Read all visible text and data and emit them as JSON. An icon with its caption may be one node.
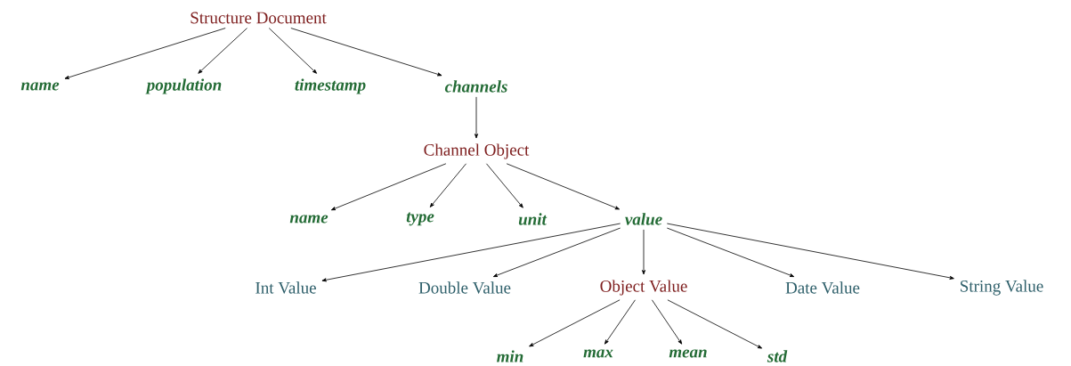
{
  "diagram": {
    "nodes": [
      {
        "text": [
          "Structure Document"
        ]
      },
      {
        "text": [
          "name"
        ]
      },
      {
        "text": [
          "population"
        ]
      },
      {
        "text": [
          "timestamp"
        ]
      },
      {
        "text": [
          "channels"
        ]
      },
      {
        "text": [
          "Channel Object"
        ]
      },
      {
        "text": [
          "name"
        ]
      },
      {
        "text": [
          "type"
        ]
      },
      {
        "text": [
          "unit"
        ]
      },
      {
        "text": [
          "value"
        ]
      },
      {
        "text": [
          "Int Value"
        ]
      },
      {
        "text": [
          "Double Value"
        ]
      },
      {
        "text": [
          "Object Value"
        ]
      },
      {
        "text": [
          "Date Value"
        ]
      },
      {
        "text": [
          "String Value"
        ]
      },
      {
        "text": [
          "min"
        ]
      },
      {
        "text": [
          "max"
        ]
      },
      {
        "text": [
          "mean"
        ]
      },
      {
        "text": [
          "std"
        ]
      }
    ],
    "edges": [
      {
        "from": 0,
        "to": 1,
        "arrow": "to"
      },
      {
        "from": 0,
        "to": 2,
        "arrow": "to"
      },
      {
        "from": 0,
        "to": 3,
        "arrow": "to"
      },
      {
        "from": 0,
        "to": 4,
        "arrow": "to"
      },
      {
        "from": 4,
        "to": 5,
        "arrow": "to"
      },
      {
        "from": 5,
        "to": 6,
        "arrow": "to"
      },
      {
        "from": 5,
        "to": 7,
        "arrow": "to"
      },
      {
        "from": 5,
        "to": 8,
        "arrow": "to"
      },
      {
        "from": 5,
        "to": 9,
        "arrow": "to"
      },
      {
        "from": 9,
        "to": 10,
        "arrow": "to"
      },
      {
        "from": 9,
        "to": 11,
        "arrow": "to"
      },
      {
        "from": 9,
        "to": 12,
        "arrow": "to"
      },
      {
        "from": 9,
        "to": 13,
        "arrow": "to"
      },
      {
        "from": 9,
        "to": 14,
        "arrow": "to"
      },
      {
        "from": 12,
        "to": 15,
        "arrow": "to"
      },
      {
        "from": 12,
        "to": 16,
        "arrow": "to"
      },
      {
        "from": 12,
        "to": 17,
        "arrow": "to"
      },
      {
        "from": 12,
        "to": 18,
        "arrow": "to"
      }
    ]
  }
}
